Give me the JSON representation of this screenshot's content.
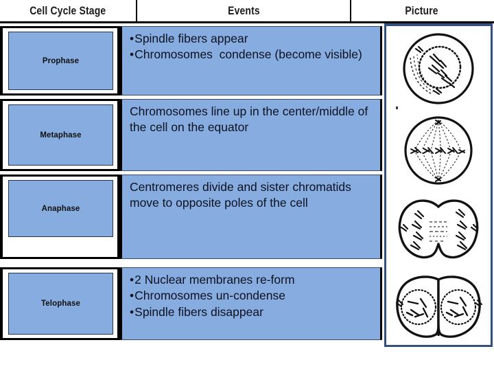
{
  "document": {
    "title": "Cell Cycle Stage Events Table",
    "colors": {
      "cell_fill_blue": "#86ace0",
      "picture_frame_border": "#33507c",
      "table_border": "#000000",
      "text": "#0d1220"
    }
  },
  "header": {
    "columns": [
      {
        "label": "Cell Cycle Stage"
      },
      {
        "label": "Events"
      },
      {
        "label": "Picture"
      }
    ]
  },
  "rows": [
    {
      "stage": "Prophase",
      "events": [
        {
          "text": "Spindle fibers appear",
          "bulleted": true
        },
        {
          "text": "Chromosomes  condense (become visible)",
          "bulleted": true
        }
      ],
      "picture": {
        "name": "prophase-cell-diagram",
        "description": "Round cell with dotted nuclear envelope and condensed chromosomes inside; spindle fibers forming outside the nucleus"
      }
    },
    {
      "stage": "Metaphase",
      "events": [
        {
          "text": "Chromosomes line up in the center/middle of the cell on the equator",
          "bulleted": false
        }
      ],
      "picture": {
        "name": "metaphase-cell-diagram",
        "description": "Round cell with chromosomes aligned along the equator and spindle fibers radiating from both poles"
      }
    },
    {
      "stage": "Anaphase",
      "events": [
        {
          "text": "Centromeres divide and sister chromatids move to opposite poles of the cell",
          "bulleted": false
        }
      ],
      "picture": {
        "name": "anaphase-cell-diagram",
        "description": "Cell pinching in the middle with chromatids pulled toward opposite poles"
      }
    },
    {
      "stage": "Telophase",
      "events": [
        {
          "text": "2 Nuclear membranes re-form",
          "bulleted": true
        },
        {
          "text": "Chromosomes un-condense",
          "bulleted": true
        },
        {
          "text": "Spindle fibers disappear",
          "bulleted": true
        }
      ],
      "picture": {
        "name": "telophase-cell-diagram",
        "description": "Two daughter cells side by side, each with a dotted re-formed nuclear envelope containing un-condensing chromosomes"
      }
    }
  ]
}
